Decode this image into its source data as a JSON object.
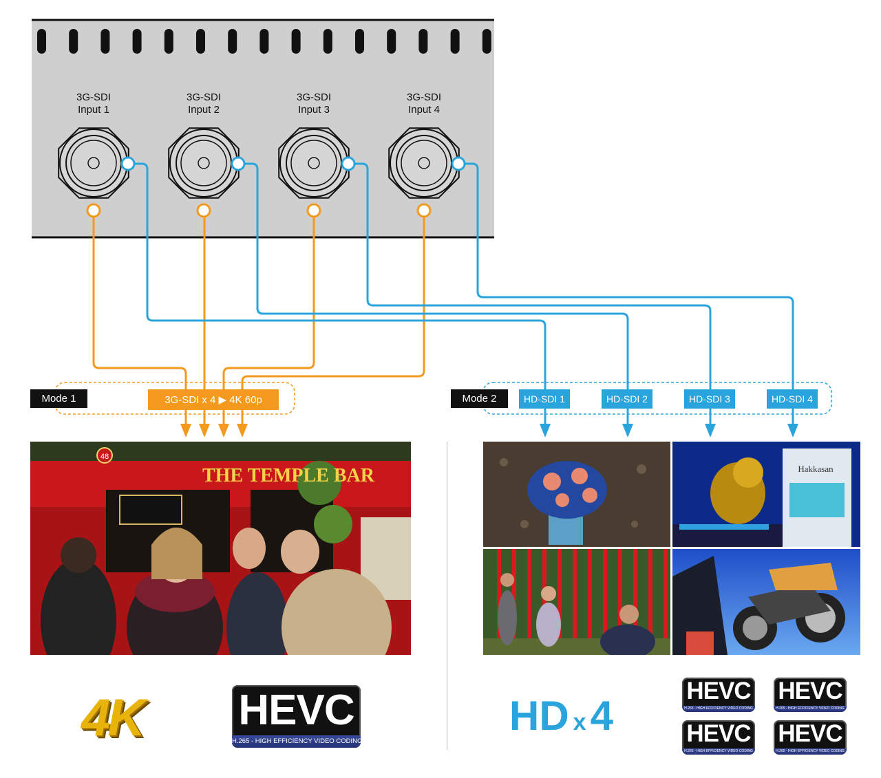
{
  "inputs": [
    {
      "line1": "3G-SDI",
      "line2": "Input 1"
    },
    {
      "line1": "3G-SDI",
      "line2": "Input 2"
    },
    {
      "line1": "3G-SDI",
      "line2": "Input 3"
    },
    {
      "line1": "3G-SDI",
      "line2": "Input 4"
    }
  ],
  "mode1": {
    "label": "Mode 1",
    "tag": "3G-SDI x 4 ▶ 4K 60p"
  },
  "mode2": {
    "label": "Mode 2",
    "tags": [
      "HD-SDI 1",
      "HD-SDI 2",
      "HD-SDI 3",
      "HD-SDI 4"
    ]
  },
  "photo_mode1": {
    "sign_text": "THE TEMPLE BAR",
    "badge": "48"
  },
  "photo_q2": {
    "sign_text": "Hakkasan"
  },
  "logo_4k": "4K",
  "hevc": {
    "word": "HEVC",
    "sub": "H.265 - HIGH EFFICIENCY VIDEO CODING"
  },
  "hd_x4": {
    "hd": "HD",
    "x": "x",
    "n": "4"
  },
  "colors": {
    "orange": "#f39a1e",
    "blue": "#2aa4dc",
    "panel": "#cfcfcf",
    "dark": "#111111"
  }
}
